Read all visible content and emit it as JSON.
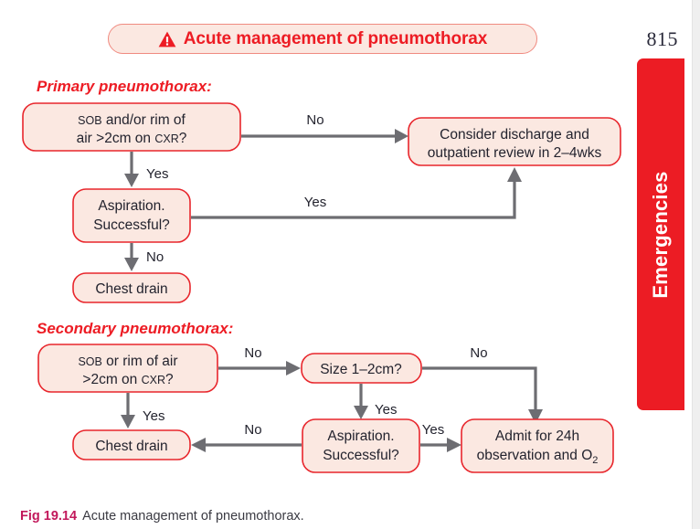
{
  "page": {
    "number": "815",
    "section_tab_label": "Emergencies",
    "accent_red": "#ed1c24",
    "tab_red": "#ec1c24",
    "box_fill": "#fbe8e1",
    "box_border": "#e8262c",
    "connector_gray": "#6d6d72"
  },
  "title_banner": {
    "icon": "warning-triangle-icon",
    "text": "Acute management of pneumothorax"
  },
  "sections": [
    {
      "heading": "Primary pneumothorax:"
    },
    {
      "heading": "Secondary pneumothorax:"
    }
  ],
  "primary": {
    "boxes": {
      "decision1_line1_small": "SOB",
      "decision1_line1_rest": " and/or rim of",
      "decision1_line2_a": "air >2cm on ",
      "decision1_line2_small": "CXR",
      "decision1_line2_b": "?",
      "discharge_line1": "Consider discharge and",
      "discharge_line2": "outpatient review in 2–4wks",
      "aspiration_line1": "Aspiration.",
      "aspiration_line2": "Successful?",
      "chest_drain": "Chest drain"
    },
    "edges": {
      "no_to_discharge": "No",
      "yes_to_aspiration": "Yes",
      "yes_aspiration_to_discharge": "Yes",
      "no_to_chest_drain": "No"
    }
  },
  "secondary": {
    "boxes": {
      "decision1_line1_small": "SOB",
      "decision1_line1_rest": " or rim of air",
      "decision1_line2_a": ">2cm on ",
      "decision1_line2_small": "CXR",
      "decision1_line2_b": "?",
      "size": "Size 1–2cm?",
      "aspiration_line1": "Aspiration.",
      "aspiration_line2": "Successful?",
      "chest_drain": "Chest drain",
      "admit_line1": "Admit for 24h",
      "admit_line2_a": "observation and O",
      "admit_line2_sub": "2"
    },
    "edges": {
      "no_to_size": "No",
      "yes_to_chest_drain": "Yes",
      "no_to_admit": "No",
      "yes_to_aspiration": "Yes",
      "yes_to_admit": "Yes",
      "no_to_chest_drain": "No"
    }
  },
  "caption": {
    "figure_number": "Fig 19.14",
    "text": "Acute management of pneumothorax."
  }
}
